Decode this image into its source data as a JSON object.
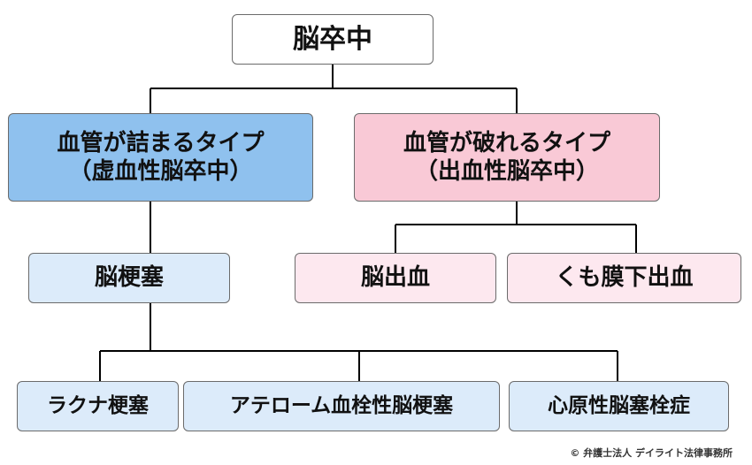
{
  "colors": {
    "root_fill": "#ffffff",
    "ischemic_fill": "#8fc1ee",
    "hemorrhagic_fill": "#f9c9d6",
    "ischemic_child_fill": "#dcebfa",
    "hemorrhagic_child_fill": "#fde8ef",
    "line": "#000000"
  },
  "root": {
    "label": "脳卒中"
  },
  "ischemic": {
    "line1": "血管が詰まるタイプ",
    "line2": "（虚血性脳卒中）"
  },
  "hemorrhagic": {
    "line1": "血管が破れるタイプ",
    "line2": "（出血性脳卒中）"
  },
  "infarction": {
    "label": "脳梗塞"
  },
  "infarction_types": [
    {
      "label": "ラクナ梗塞"
    },
    {
      "label": "アテローム血栓性脳梗塞"
    },
    {
      "label": "心原性脳塞栓症"
    }
  ],
  "hemorrhage_types": [
    {
      "label": "脳出血"
    },
    {
      "label": "くも膜下出血"
    }
  ],
  "copyright": "© 弁護士法人 デイライト法律事務所"
}
